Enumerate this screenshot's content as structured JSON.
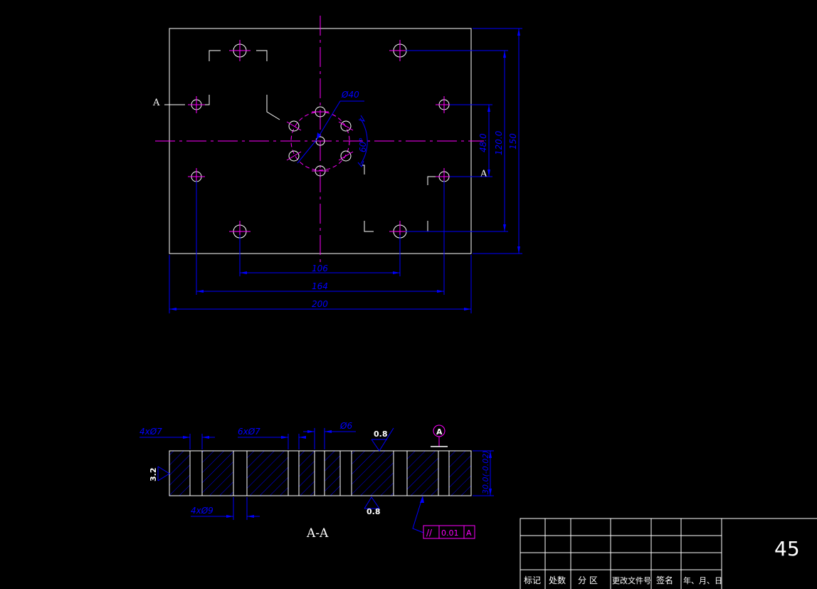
{
  "colors": {
    "background": "#000000",
    "outline": "#ffffff",
    "center": "#ff00ff",
    "dimension": "#0000ff",
    "annotation": "#ffffff"
  },
  "plan_view": {
    "section_label_left": "A",
    "section_label_right": "A",
    "dims": {
      "d40": "Ø40",
      "angle": "60°",
      "v48": "48.0",
      "v120": "120.0",
      "v150": "150",
      "h106": "106",
      "h164": "164",
      "h200": "200"
    }
  },
  "section_view": {
    "title": "A-A",
    "callouts": {
      "holes_4x7": "4xØ7",
      "holes_6x7": "6xØ7",
      "hole_6": "Ø6",
      "holes_4x9": "4xØ9",
      "rough_top": "0.8",
      "rough_bottom": "0.8",
      "rough_left": "3.2",
      "thickness": "30.0(-0.02)",
      "datum": "A",
      "parallel_symbol": "//",
      "parallel_tol": "0.01",
      "parallel_datum": "A"
    }
  },
  "title_block": {
    "headers": [
      "标记",
      "处数",
      "分 区",
      "更改文件号",
      "签名",
      "年、月、日"
    ],
    "sheet_number": "45"
  }
}
